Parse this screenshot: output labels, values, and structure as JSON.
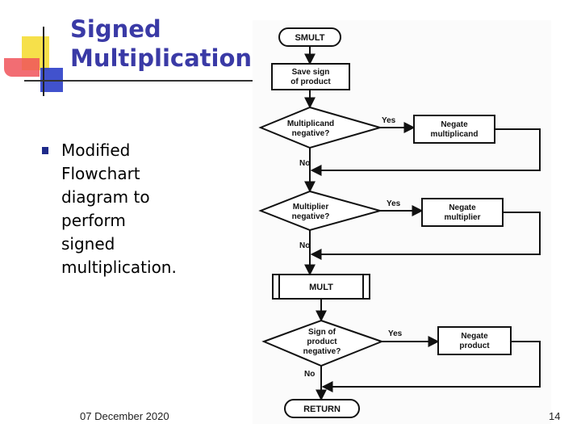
{
  "slide": {
    "title": "Signed\nMultiplication",
    "bullet": "Modified\nFlowchart\ndiagram to\nperform\nsigned\nmultiplication.",
    "footer_date": "07 December 2020",
    "page_number": "14"
  },
  "flowchart": {
    "start": "SMULT",
    "save_sign": [
      "Save sign",
      "of product"
    ],
    "decision_multiplicand": [
      "Multiplicand",
      "negative?"
    ],
    "negate_multiplicand": [
      "Negate",
      "multiplicand"
    ],
    "decision_multiplier": [
      "Multiplier",
      "negative?"
    ],
    "negate_multiplier": [
      "Negate",
      "multiplier"
    ],
    "mult": "MULT",
    "decision_product": [
      "Sign of",
      "product",
      "negative?"
    ],
    "negate_product": [
      "Negate",
      "product"
    ],
    "end": "RETURN",
    "yes_label": "Yes",
    "no_label": "No"
  }
}
